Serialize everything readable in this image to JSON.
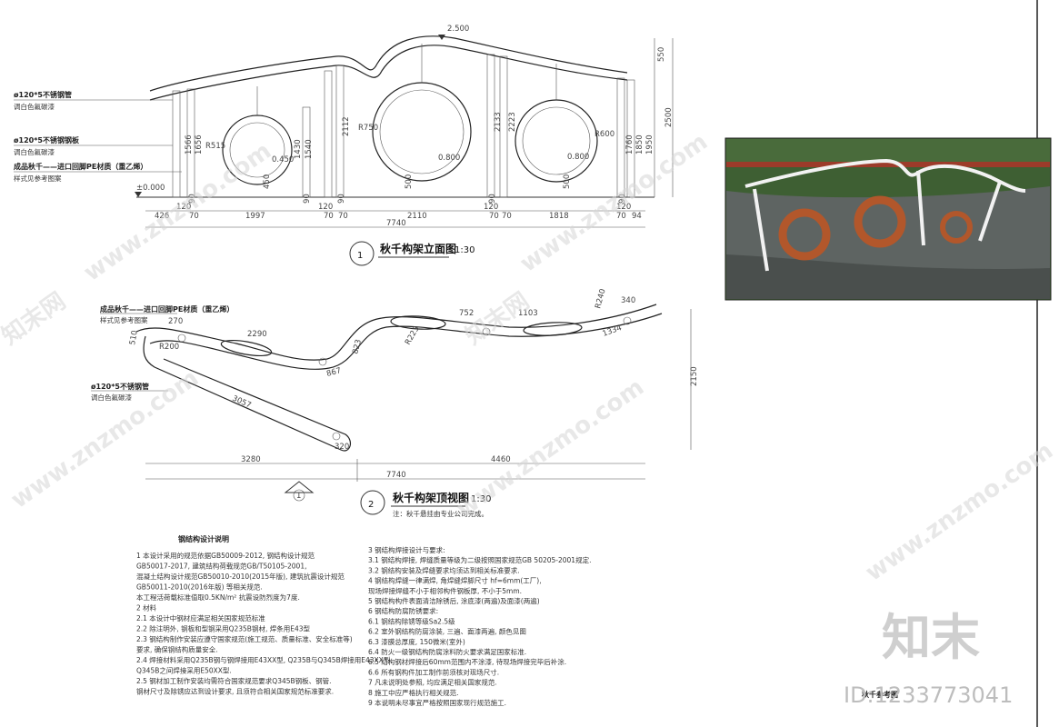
{
  "drawing": {
    "elevation": {
      "title": "秋千构架立面图",
      "scale": "1:30",
      "number": "1",
      "top_level": "2.500",
      "ground_level": "±0.000",
      "seat_levels": [
        "0.450",
        "0.800",
        "0.800"
      ],
      "radii": [
        "R515",
        "R750",
        "R600"
      ],
      "callouts": [
        "ø120*5不锈钢管",
        "调白色氟碳漆",
        "ø120*5不锈钢钢板",
        "调白色氟碳漆",
        "成品秋千——进口回脚PE材质（重乙烯）",
        "样式见参考图案"
      ],
      "bottom_dims": [
        "426",
        "120",
        "70",
        "1997",
        "120",
        "70",
        "70",
        "2110",
        "120",
        "70",
        "70",
        "1818",
        "120",
        "70",
        "94"
      ],
      "total": "7740",
      "vertical_dims": [
        "1566",
        "1656",
        "1430",
        "1540",
        "2112",
        "2133",
        "2223",
        "1760",
        "1850",
        "1950",
        "550",
        "2500",
        "450",
        "500",
        "500",
        "90",
        "90",
        "90",
        "90",
        "90"
      ]
    },
    "plan": {
      "title": "秋千构架顶视图",
      "scale": "1:30",
      "number": "2",
      "note": "注：秋千悬挂由专业公司完成。",
      "dims": [
        "270",
        "2290",
        "R200",
        "510",
        "3057",
        "320",
        "R223",
        "823",
        "867",
        "752",
        "1103",
        "R240",
        "1334",
        "340",
        "2150"
      ],
      "bottom_dims": [
        "3280",
        "4460"
      ],
      "total": "7740",
      "callouts": [
        "成品秋千——进口回脚PE材质（重乙烯）",
        "样式见参考图案",
        "ø120*5不锈钢管",
        "调白色氟碳漆"
      ],
      "section_mark": "1"
    },
    "notes": {
      "heading": "钢结构设计说明",
      "left": [
        "1  本设计采用的规范依据GB50009-2012, 钢结构设计规范",
        "   GB50017-2017, 建筑结构荷载规范GB/T50105-2001,",
        "   混凝土结构设计规范GB50010-2010(2015年版), 建筑抗震设计规范",
        "   GB50011-2010(2016年版) 等相关规范.",
        "   本工程活荷载标准值取0.5KN/m² 抗震设防烈度为7度.",
        "2  材料",
        "2.1  本设计中钢材应满足相关国家规范标准",
        "2.2  除注明外, 钢板和型钢采用Q235B钢材, 焊条用E43型",
        "2.3  钢结构制作安装应遵守国家规范(施工规范、质量标准、安全标准等)",
        "     要求, 确保钢结构质量安全.",
        "2.4  焊接材料采用Q235B钢与钢焊接用E43XX型, Q235B与Q345B焊接用E43XX型,",
        "     Q345B之间焊接采用E50XX型.",
        "2.5  钢材加工制作安装均需符合国家规范要求Q345B钢板、钢管.",
        "     钢材尺寸及除锈应达到设计要求, 且须符合相关国家规范标准要求."
      ],
      "right": [
        "3  钢结构焊接设计与要求:",
        "3.1  钢结构焊接, 焊缝质量等级为二级按照国家规范GB 50205-2001规定.",
        "3.2  钢结构安装及焊缝要求均须达到相关标准要求.",
        "4  钢结构焊缝一律满焊, 角焊缝焊脚尺寸 hf=6mm(工厂),",
        "   现场焊接焊缝不小于相邻构件钢板厚, 不小于5mm.",
        "5  钢结构构件表面清洁除锈后, 涂底漆(两遍)及面漆(两遍)",
        "6  钢结构防腐防锈要求:",
        "6.1  钢结构除锈等级Sa2.5级",
        "6.2  室外钢结构防腐涂装, 三遍、面漆两遍, 颜色见图",
        "6.3  漆膜总厚度, 150微米(室外)",
        "6.4  防火一级钢结构防腐涂料防火要求满足国家标准.",
        "6.5  结构钢材焊接后60mm范围内不涂漆, 待现场焊接完毕后补涂.",
        "6.6  所有钢构件加工制作前须核对现场尺寸.",
        "7  凡未说明处参照, 均应满足相关国家规范.",
        "8  施工中应严格执行相关规范.",
        "9  本说明未尽事宜严格按照国家现行规范施工."
      ]
    },
    "photo_label": "秋千参考图",
    "id_mark": "ID:1233773041",
    "brand": "知末",
    "watermark": "www.znzmo.com",
    "watermark_alt": "知末网"
  }
}
